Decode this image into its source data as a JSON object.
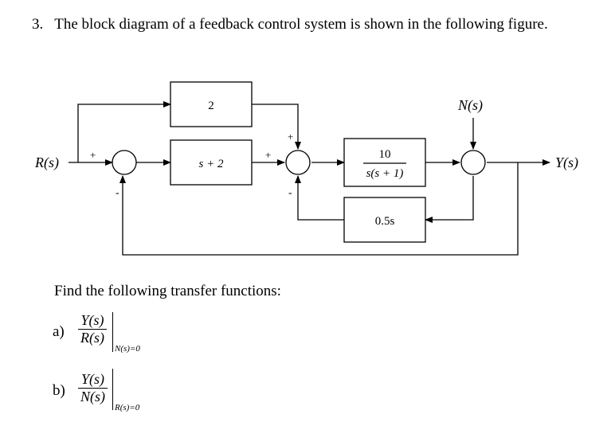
{
  "question": {
    "number": "3.",
    "text": "The block diagram of a feedback control system is shown in the following figure."
  },
  "diagram": {
    "input_label": "R(s)",
    "output_label": "Y(s)",
    "disturbance_label": "N(s)",
    "blocks": {
      "feedforward_gain": "2",
      "controller": "s + 2",
      "plant_numerator": "10",
      "plant_denominator": "s(s + 1)",
      "feedback_gain": "0.5s"
    },
    "signs": {
      "sum1_input": "+",
      "sum1_feedback": "-",
      "sum2_top": "+",
      "sum2_left": "+",
      "sum2_feedback": "-"
    }
  },
  "instructions": "Find the following transfer functions:",
  "parts": [
    {
      "letter": "a)",
      "numerator": "Y(s)",
      "denominator": "R(s)",
      "condition": "N(s)=0"
    },
    {
      "letter": "b)",
      "numerator": "Y(s)",
      "denominator": "N(s)",
      "condition": "R(s)=0"
    }
  ]
}
